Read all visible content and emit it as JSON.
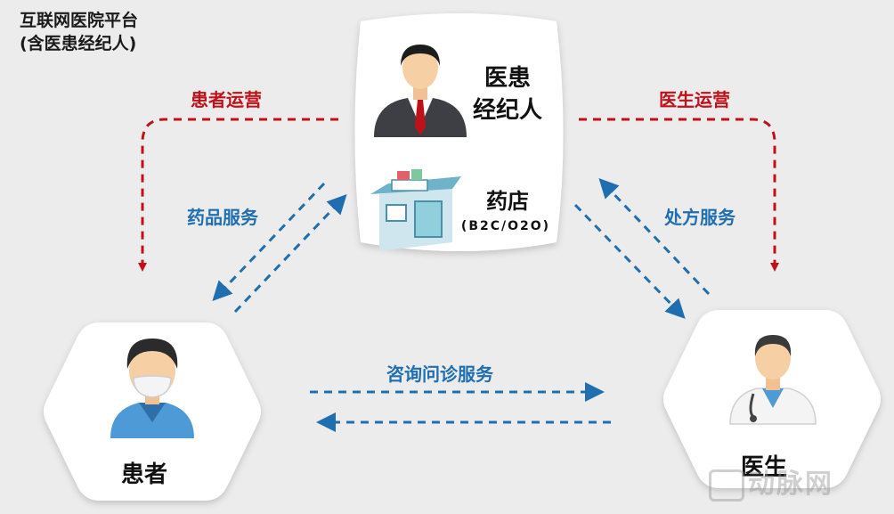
{
  "platform": {
    "title_line1": "互联网医院平台",
    "title_line2": "(含医患经纪人)"
  },
  "broker": {
    "label_line1": "医患",
    "label_line2": "经纪人"
  },
  "pharmacy": {
    "label": "药店",
    "sublabel": "(B2C/O2O)"
  },
  "patient": {
    "label": "患者"
  },
  "doctor": {
    "label": "医生"
  },
  "flows": {
    "patient_operation": "患者运营",
    "doctor_operation": "医生运营",
    "drug_service": "药品服务",
    "prescription_service": "处方服务",
    "consultation_service": "咨询问诊服务"
  },
  "watermark": {
    "text": "动脉网"
  },
  "colors": {
    "red": "#c0111a",
    "blue": "#1f6fb0",
    "background": "#ececec"
  }
}
